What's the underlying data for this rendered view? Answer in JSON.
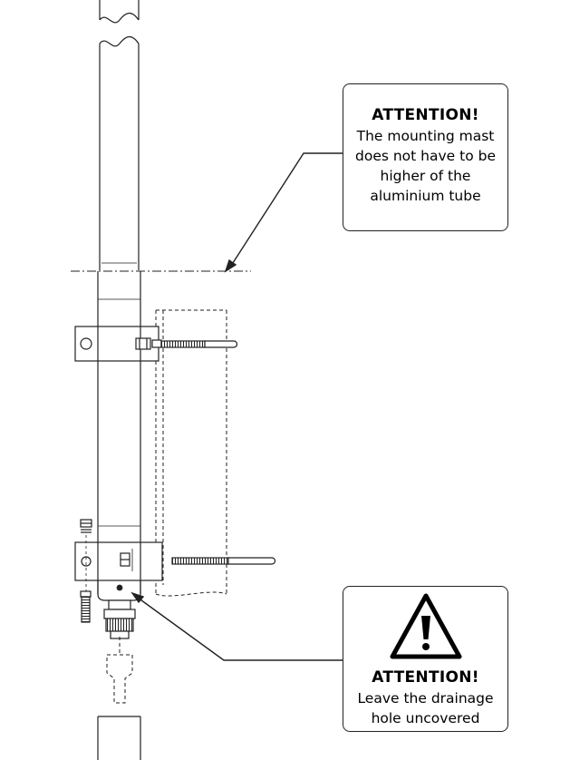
{
  "callout_top": {
    "title": "ATTENTION!",
    "text": "The mounting mast does not have to be higher of the aluminium tube"
  },
  "callout_bottom": {
    "title": "ATTENTION!",
    "text": "Leave the drainage hole uncovered",
    "icon": "warning-triangle-icon"
  }
}
